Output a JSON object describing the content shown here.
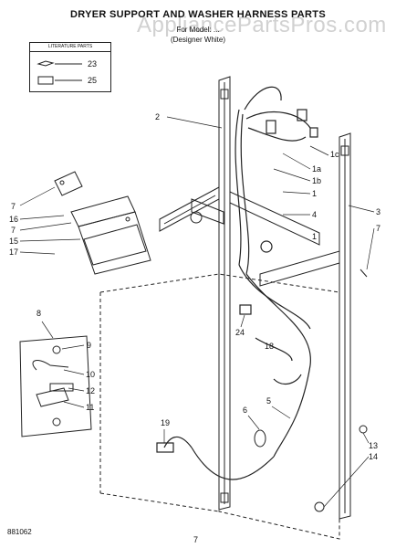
{
  "header": {
    "title": "DRYER SUPPORT AND WASHER HARNESS PARTS",
    "model_line": "For Model: ...",
    "color_line": "(Designer White)",
    "watermark": "AppliancePartsPros.com"
  },
  "kit_box": {
    "heading": "LITERATURE PARTS",
    "items": [
      "23",
      "25"
    ]
  },
  "callouts": {
    "c2": "2",
    "c7a": "7",
    "c16": "16",
    "c7b": "7",
    "c15": "15",
    "c17": "17",
    "c3": "3",
    "c7c": "7",
    "c4": "4",
    "c1": "1",
    "c1a": "1a",
    "c1b": "1b",
    "c1c": "1c",
    "c1d": "1",
    "c8": "8",
    "c9": "9",
    "c10": "10",
    "c12": "12",
    "c11": "11",
    "c24": "24",
    "c18": "18",
    "c5": "5",
    "c6": "6",
    "c13": "13",
    "c14": "14",
    "c19": "19"
  },
  "footer": {
    "code": "881062",
    "page": "7"
  }
}
